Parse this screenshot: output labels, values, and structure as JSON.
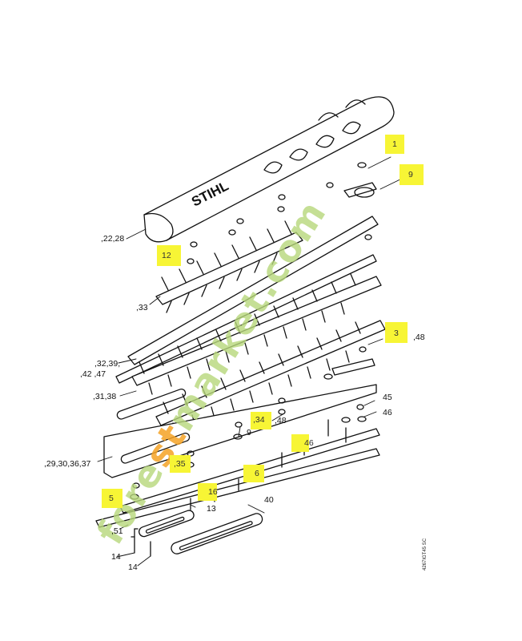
{
  "brand_text": "STIHL",
  "diagram_code": "4267IGT45 SC",
  "watermark_text": "forestmarket.com",
  "colors": {
    "highlight": "#f7f535",
    "watermark_orange": "#f4a224",
    "watermark_green": "#b7d77a",
    "line": "#111111"
  },
  "labels": {
    "l_22_28": ",22,28",
    "l_33": ",33",
    "l_32_39": ",32,39,",
    "l_42_47": ",42 ,47",
    "l_31_38": ",31,38",
    "l_29_37": ",29,30,36,37",
    "l_48a": ",48",
    "l_45": "45",
    "l_46a": "46",
    "l_48b": ",48",
    "l_9": "9",
    "l_13": "13",
    "l_40": "40",
    "l_51": ",51",
    "l_14a": "14",
    "l_14b": "14"
  },
  "highlights": {
    "h_1": "1",
    "h_2": "9",
    "h_12": "12",
    "h_3": "3",
    "h_34": ",34",
    "h_46a": "46",
    "h_35": ",35",
    "h_46b": "6",
    "h_46c": "16",
    "h_5": "5"
  }
}
